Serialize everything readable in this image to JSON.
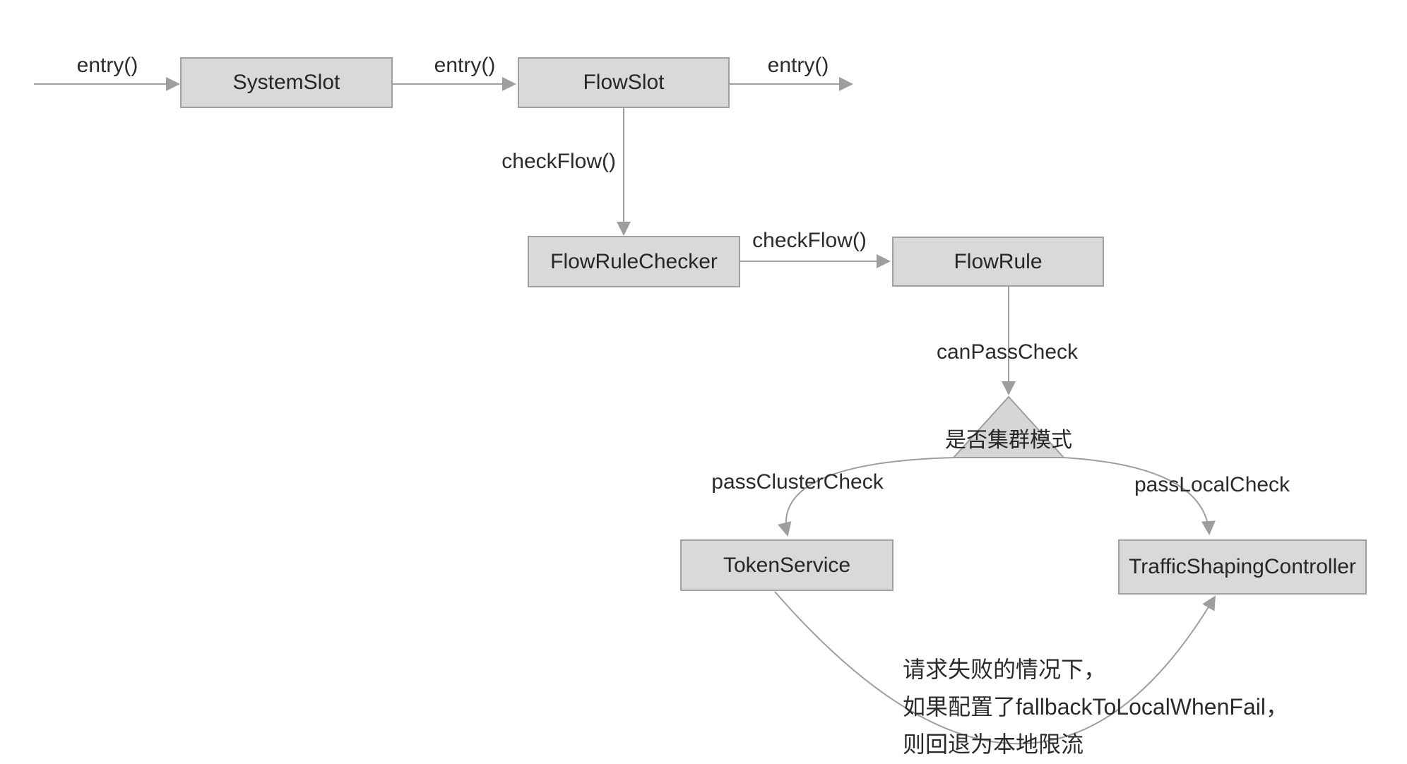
{
  "nodes": {
    "system_slot": {
      "label": "SystemSlot"
    },
    "flow_slot": {
      "label": "FlowSlot"
    },
    "flow_rule_checker": {
      "label": "FlowRuleChecker"
    },
    "flow_rule": {
      "label": "FlowRule"
    },
    "token_service": {
      "label": "TokenService"
    },
    "traffic_shaping_controller": {
      "label": "TrafficShapingController"
    }
  },
  "decision": {
    "label": "是否集群模式"
  },
  "edges": {
    "entry_start": {
      "label": "entry()"
    },
    "entry_mid": {
      "label": "entry()"
    },
    "entry_end": {
      "label": "entry()"
    },
    "check_flow_vertical": {
      "label": "checkFlow()"
    },
    "check_flow_horizontal": {
      "label": "checkFlow()"
    },
    "can_pass_check": {
      "label": "canPassCheck"
    },
    "pass_cluster_check": {
      "label": "passClusterCheck"
    },
    "pass_local_check": {
      "label": "passLocalCheck"
    }
  },
  "note": {
    "lines": [
      "请求失败的情况下，",
      "如果配置了fallbackToLocalWhenFail，",
      "则回退为本地限流"
    ]
  },
  "colors": {
    "background": "#ffffff",
    "box_fill": "#d9d9d9",
    "box_border": "#a0a0a0",
    "triangle_fill": "#d6d6d6",
    "line": "#9e9e9e",
    "text": "#2b2b2b"
  }
}
